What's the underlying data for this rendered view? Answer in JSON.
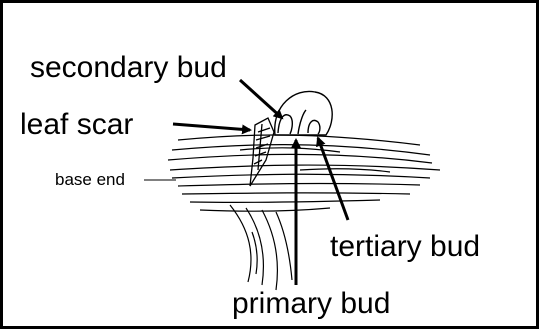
{
  "labels": {
    "secondary_bud": "secondary bud",
    "leaf_scar": "leaf scar",
    "base_end": "base end",
    "tertiary_bud": "tertiary bud",
    "primary_bud": "primary bud"
  },
  "colors": {
    "ink": "#000000",
    "background": "#ffffff"
  }
}
